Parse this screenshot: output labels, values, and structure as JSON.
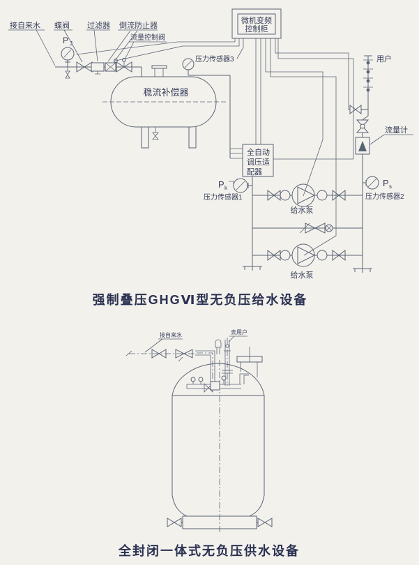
{
  "colors": {
    "paper": "#f3f1ec",
    "line": "#5a6375",
    "text": "#39415c",
    "caption": "#2b3252"
  },
  "top_diagram": {
    "caption": "强制叠压GHGⅥ型无负压给水设备",
    "labels": {
      "inlet": "接自来水",
      "butterfly_valve": "蝶阀",
      "filter": "过滤器",
      "backflow_preventer": "倒流防止器",
      "flow_control_valve": "流量控制阀",
      "pressure_sensor3": "压力传感器3",
      "users": "用户",
      "flow_meter": "流量计",
      "pressure_sensor1": "压力传感器1",
      "pressure_sensor2": "压力传感器2",
      "pump_upper": "给水泵",
      "pump_lower": "给水泵"
    },
    "cabinet": {
      "line1": "微机变频",
      "line2": "控制柜"
    },
    "tank_label": "稳流补偿器",
    "regulator": {
      "line1": "全自动",
      "line2": "调压适",
      "line3": "配器"
    },
    "gauges": {
      "pj_base": "P",
      "pj_sub": "J",
      "pk_base": "P",
      "pk_sub": "k",
      "ps_base": "P",
      "ps_sub": "s"
    }
  },
  "bottom_diagram": {
    "caption": "全封闭一体式无负压供水设备",
    "labels": {
      "inlet": "接自来水",
      "to_users": "去用户"
    }
  }
}
